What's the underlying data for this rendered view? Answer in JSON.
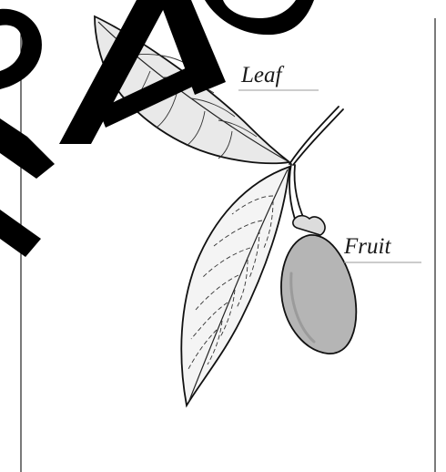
{
  "diagram": {
    "labels": {
      "leaf": "Leaf",
      "fruit": "Fruit"
    },
    "colors": {
      "ink": "#111111",
      "fruit_fill": "#b5b5b5",
      "leaf_shade": "#e9e9e9",
      "watermark": "#000000",
      "leader_line": "#9a9a9a"
    },
    "parts": [
      "upper-leaf",
      "lower-leaf",
      "fruit",
      "stem"
    ]
  }
}
